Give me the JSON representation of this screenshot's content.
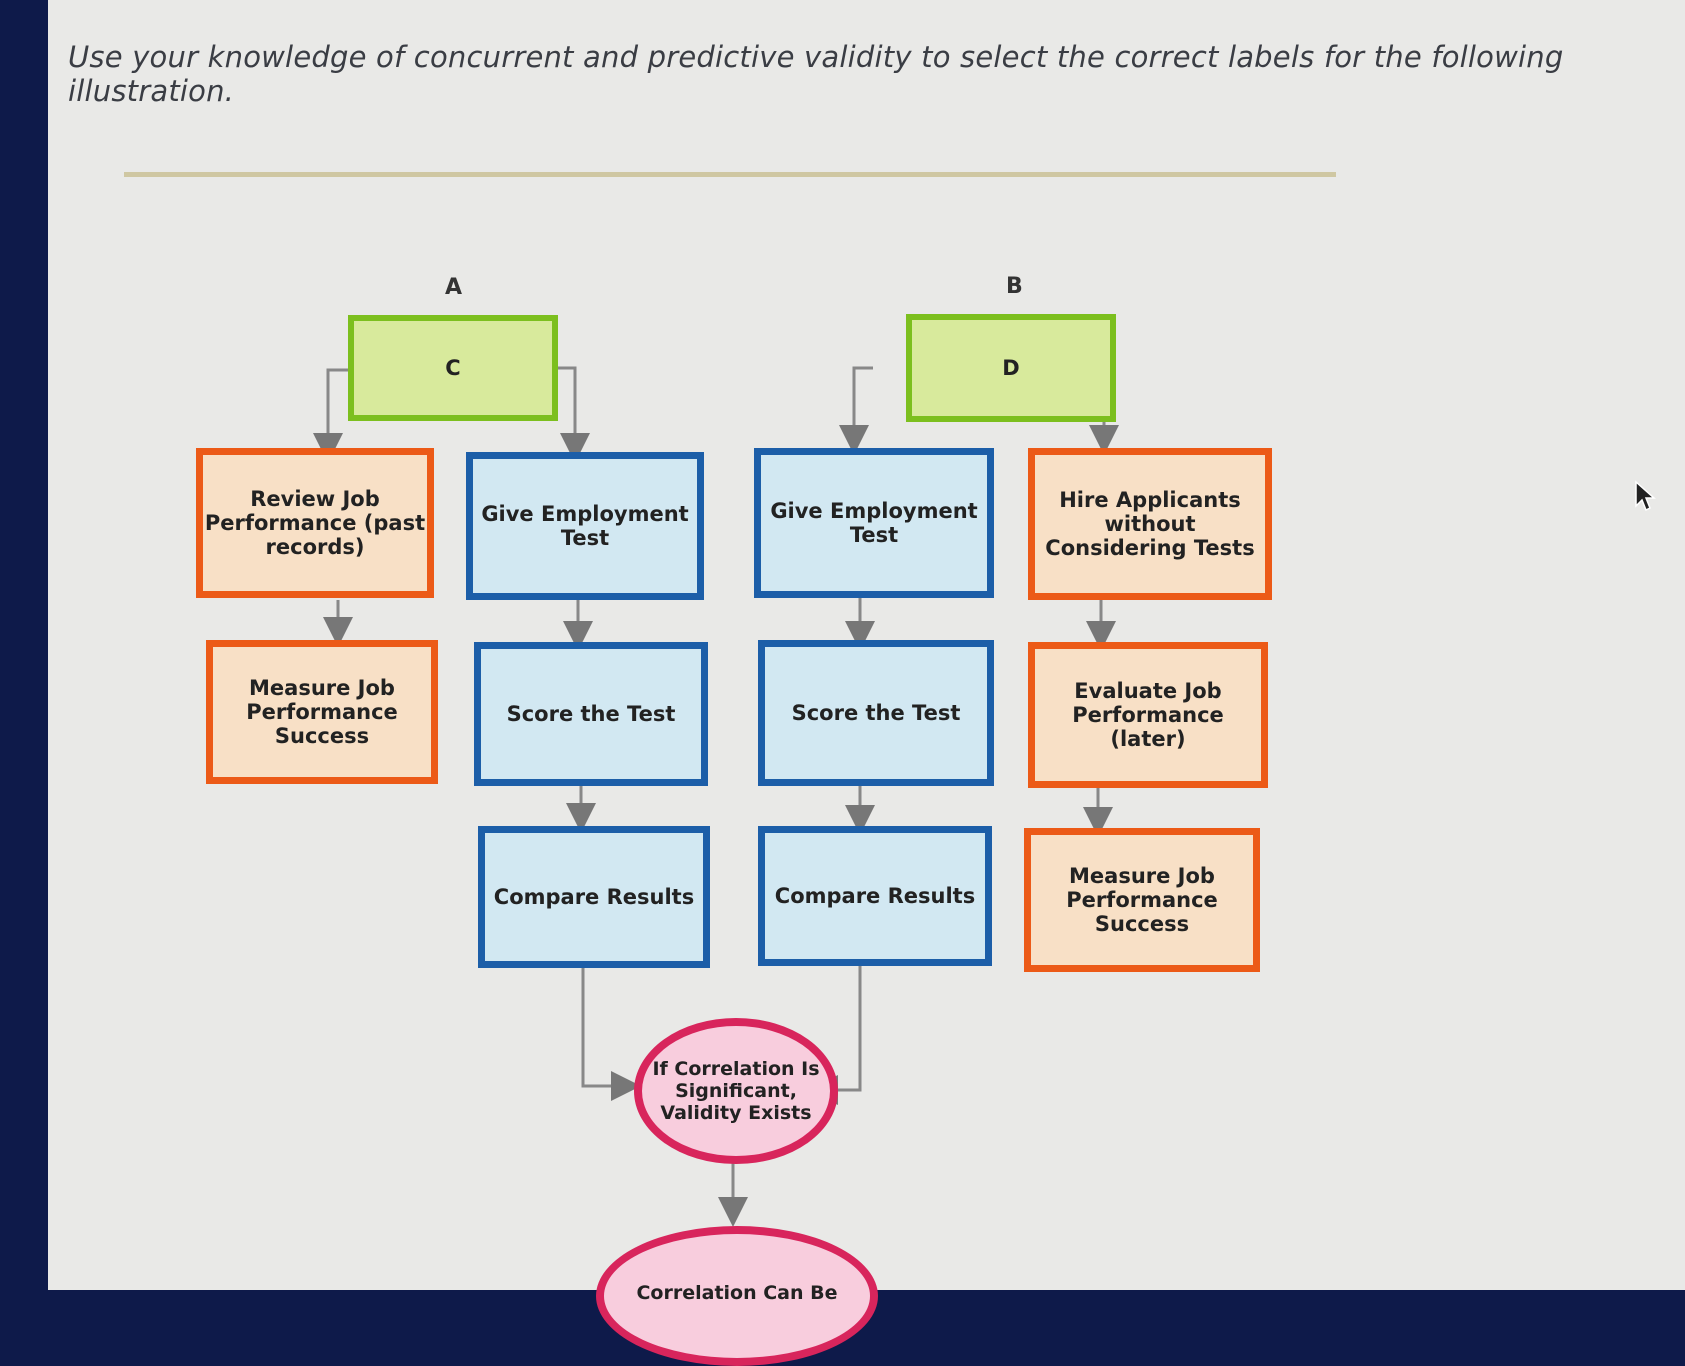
{
  "question": {
    "text": "Use your knowledge of concurrent and predictive validity to select the correct labels for the following illustration."
  },
  "diagram": {
    "drop_labels": {
      "a": "A",
      "b": "B",
      "c": "C",
      "d": "D"
    },
    "left_column": [
      "Review Job Performance (past records)",
      "Measure Job Performance Success"
    ],
    "center_left_column": [
      "Give Employment Test",
      "Score the Test",
      "Compare Results"
    ],
    "center_right_column": [
      "Give Employment Test",
      "Score the Test",
      "Compare Results"
    ],
    "right_column": [
      "Hire Applicants without Considering Tests",
      "Evaluate Job Performance (later)",
      "Measure Job Performance Success"
    ],
    "result_ellipse": "If Correlation Is Significant, Validity Exists",
    "bottom_ellipse": "Correlation Can Be"
  },
  "colors": {
    "label_box_border": "#7cbf1e",
    "orange_border": "#ec5a17",
    "blue_border": "#1c5ea8",
    "ellipse_border": "#d8255c"
  }
}
